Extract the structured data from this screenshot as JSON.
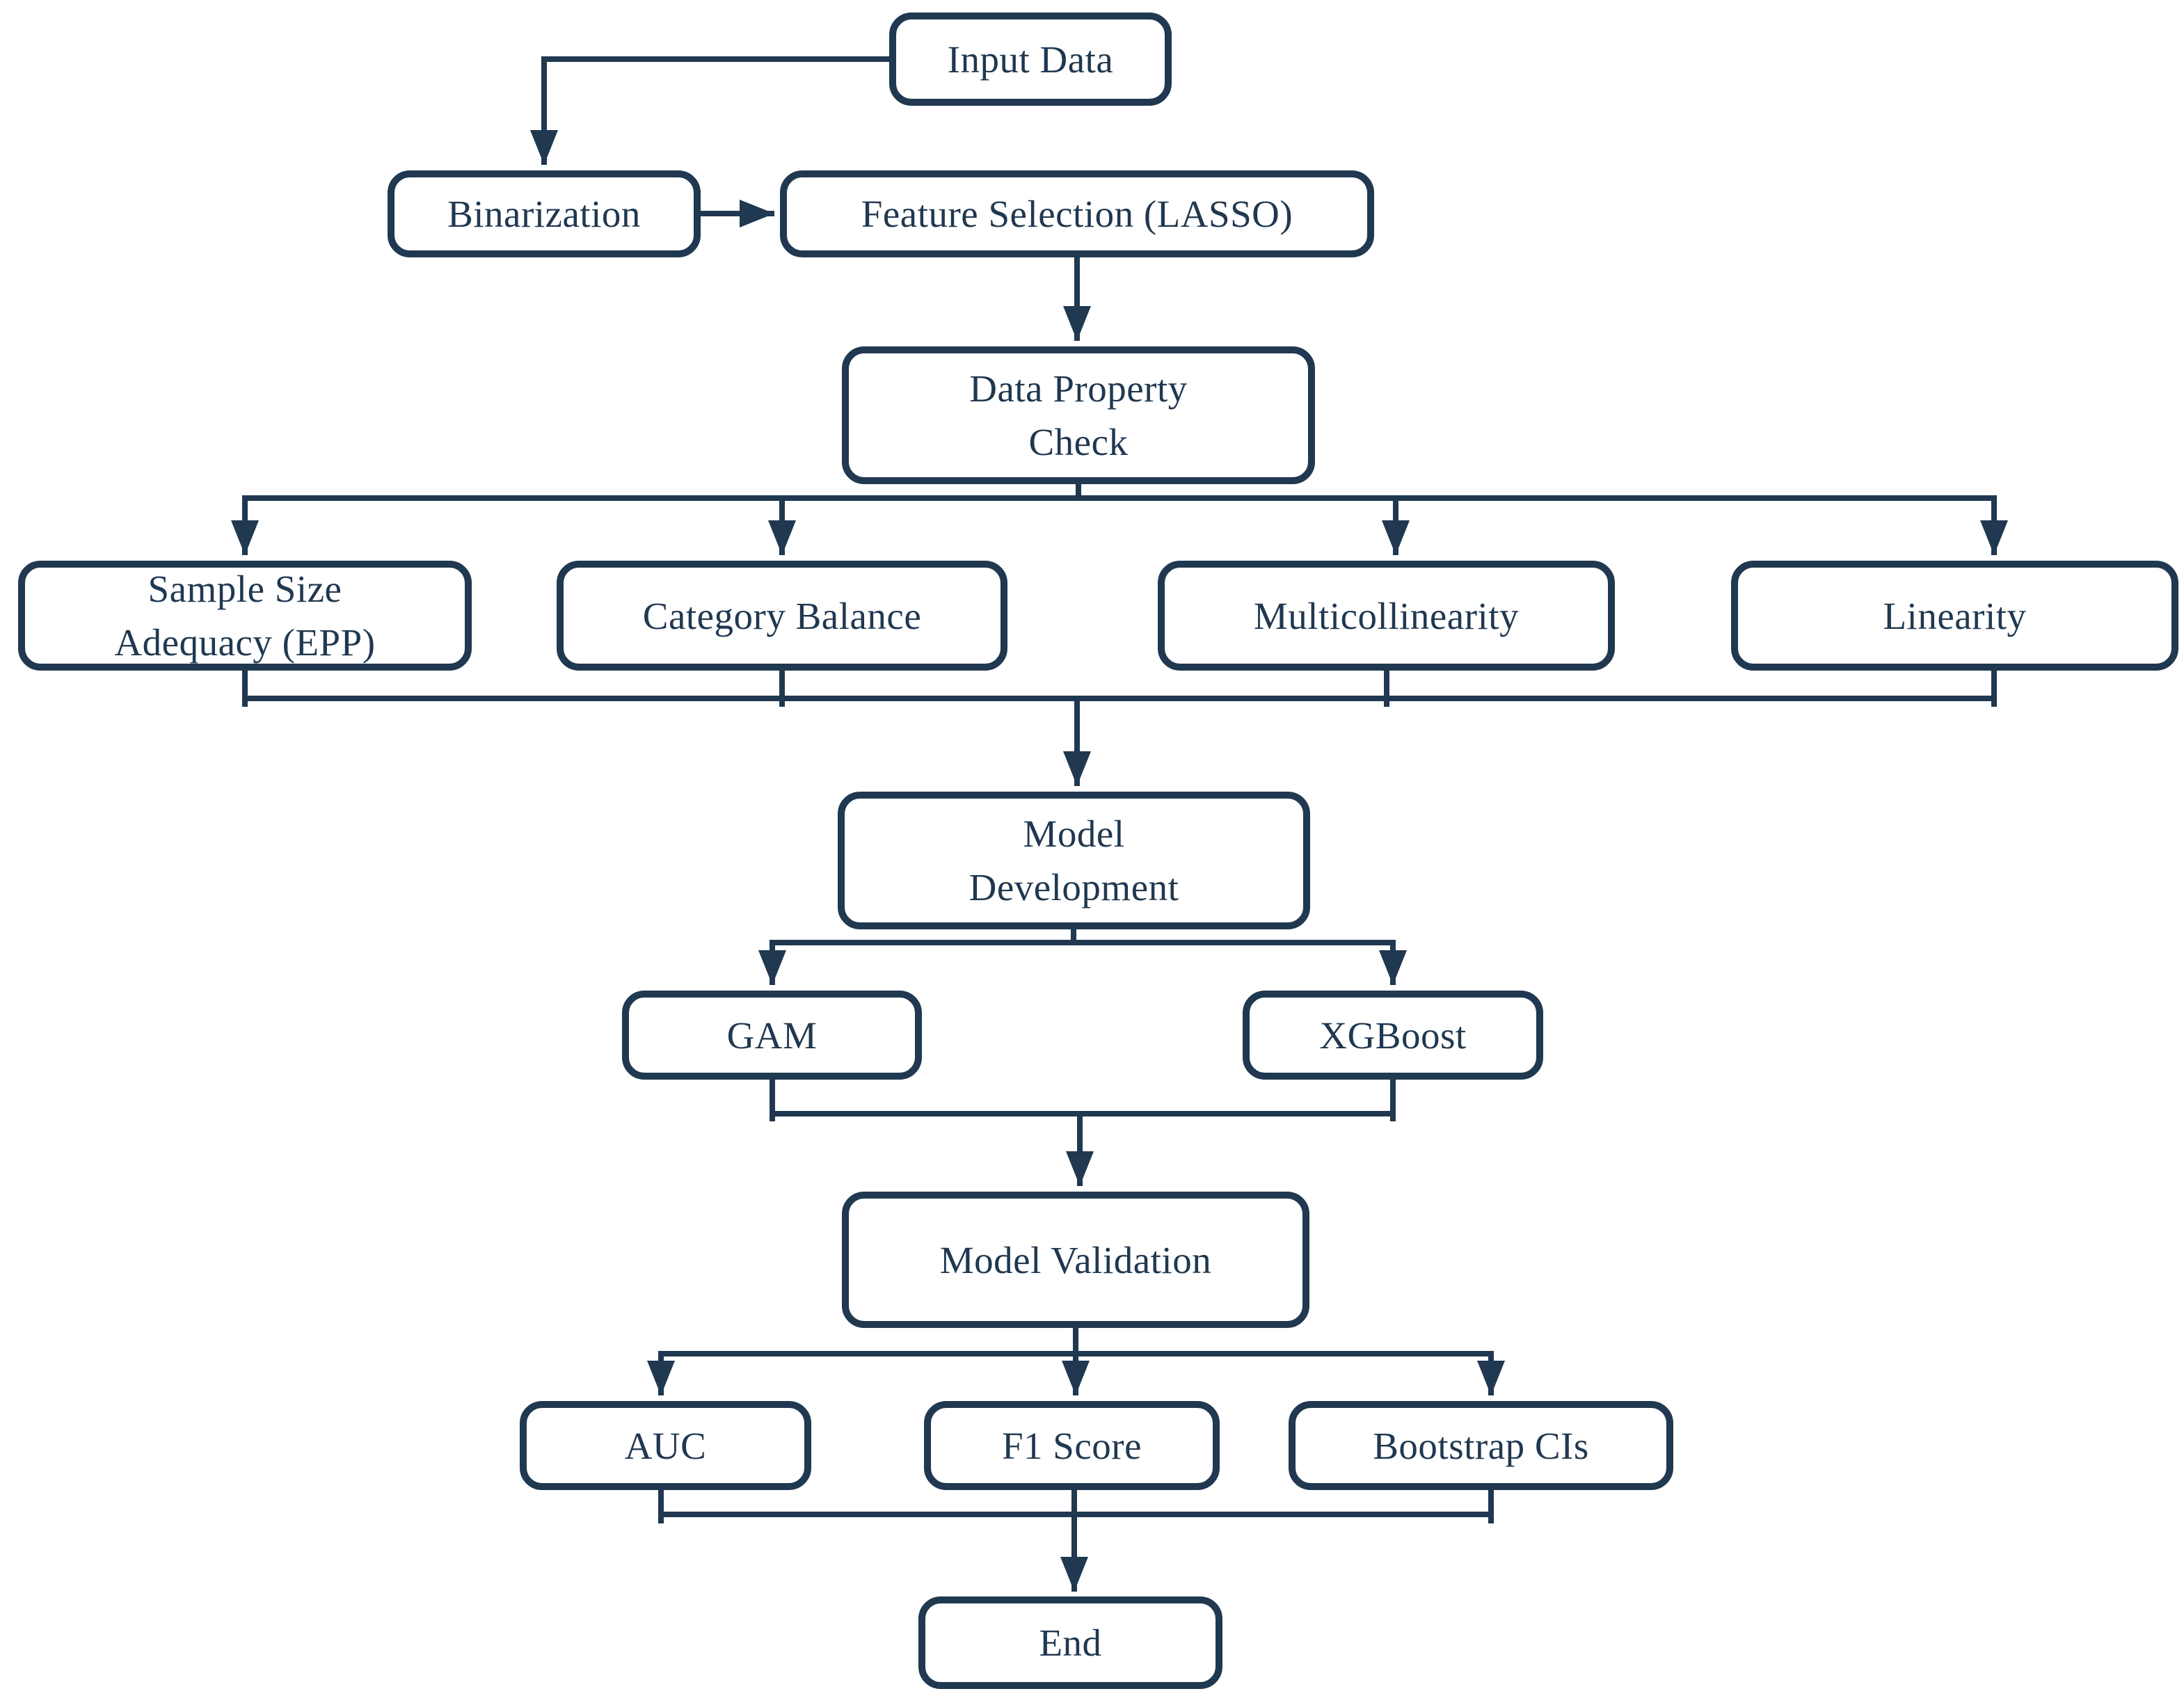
{
  "diagram_type": "flowchart",
  "colors": {
    "line": "#203850",
    "box_border": "#203850",
    "box_fill": "#ffffff",
    "text": "#203850",
    "background": "#ffffff"
  },
  "nodes": {
    "input_data": {
      "label": "Input Data"
    },
    "binarization": {
      "label": "Binarization"
    },
    "feature_selection": {
      "label": "Feature Selection (LASSO)"
    },
    "data_property_check": {
      "label": "Data Property\nCheck"
    },
    "sample_size": {
      "label": "Sample Size\nAdequacy (EPP)"
    },
    "category_balance": {
      "label": "Category Balance"
    },
    "multicollinearity": {
      "label": "Multicollinearity"
    },
    "linearity": {
      "label": "Linearity"
    },
    "model_development": {
      "label": "Model\nDevelopment"
    },
    "gam": {
      "label": "GAM"
    },
    "xgboost": {
      "label": "XGBoost"
    },
    "model_validation": {
      "label": "Model Validation"
    },
    "auc": {
      "label": "AUC"
    },
    "f1_score": {
      "label": "F1 Score"
    },
    "bootstrap_cis": {
      "label": "Bootstrap CIs"
    },
    "end": {
      "label": "End"
    }
  },
  "edges": [
    {
      "from": "input_data",
      "to": "binarization"
    },
    {
      "from": "binarization",
      "to": "feature_selection"
    },
    {
      "from": "feature_selection",
      "to": "data_property_check"
    },
    {
      "from": "data_property_check",
      "to": "sample_size"
    },
    {
      "from": "data_property_check",
      "to": "category_balance"
    },
    {
      "from": "data_property_check",
      "to": "multicollinearity"
    },
    {
      "from": "data_property_check",
      "to": "linearity"
    },
    {
      "from": "sample_size",
      "to": "model_development"
    },
    {
      "from": "category_balance",
      "to": "model_development"
    },
    {
      "from": "multicollinearity",
      "to": "model_development"
    },
    {
      "from": "linearity",
      "to": "model_development"
    },
    {
      "from": "model_development",
      "to": "gam"
    },
    {
      "from": "model_development",
      "to": "xgboost"
    },
    {
      "from": "gam",
      "to": "model_validation"
    },
    {
      "from": "xgboost",
      "to": "model_validation"
    },
    {
      "from": "model_validation",
      "to": "auc"
    },
    {
      "from": "model_validation",
      "to": "f1_score"
    },
    {
      "from": "model_validation",
      "to": "bootstrap_cis"
    },
    {
      "from": "auc",
      "to": "end"
    },
    {
      "from": "f1_score",
      "to": "end"
    },
    {
      "from": "bootstrap_cis",
      "to": "end"
    }
  ]
}
